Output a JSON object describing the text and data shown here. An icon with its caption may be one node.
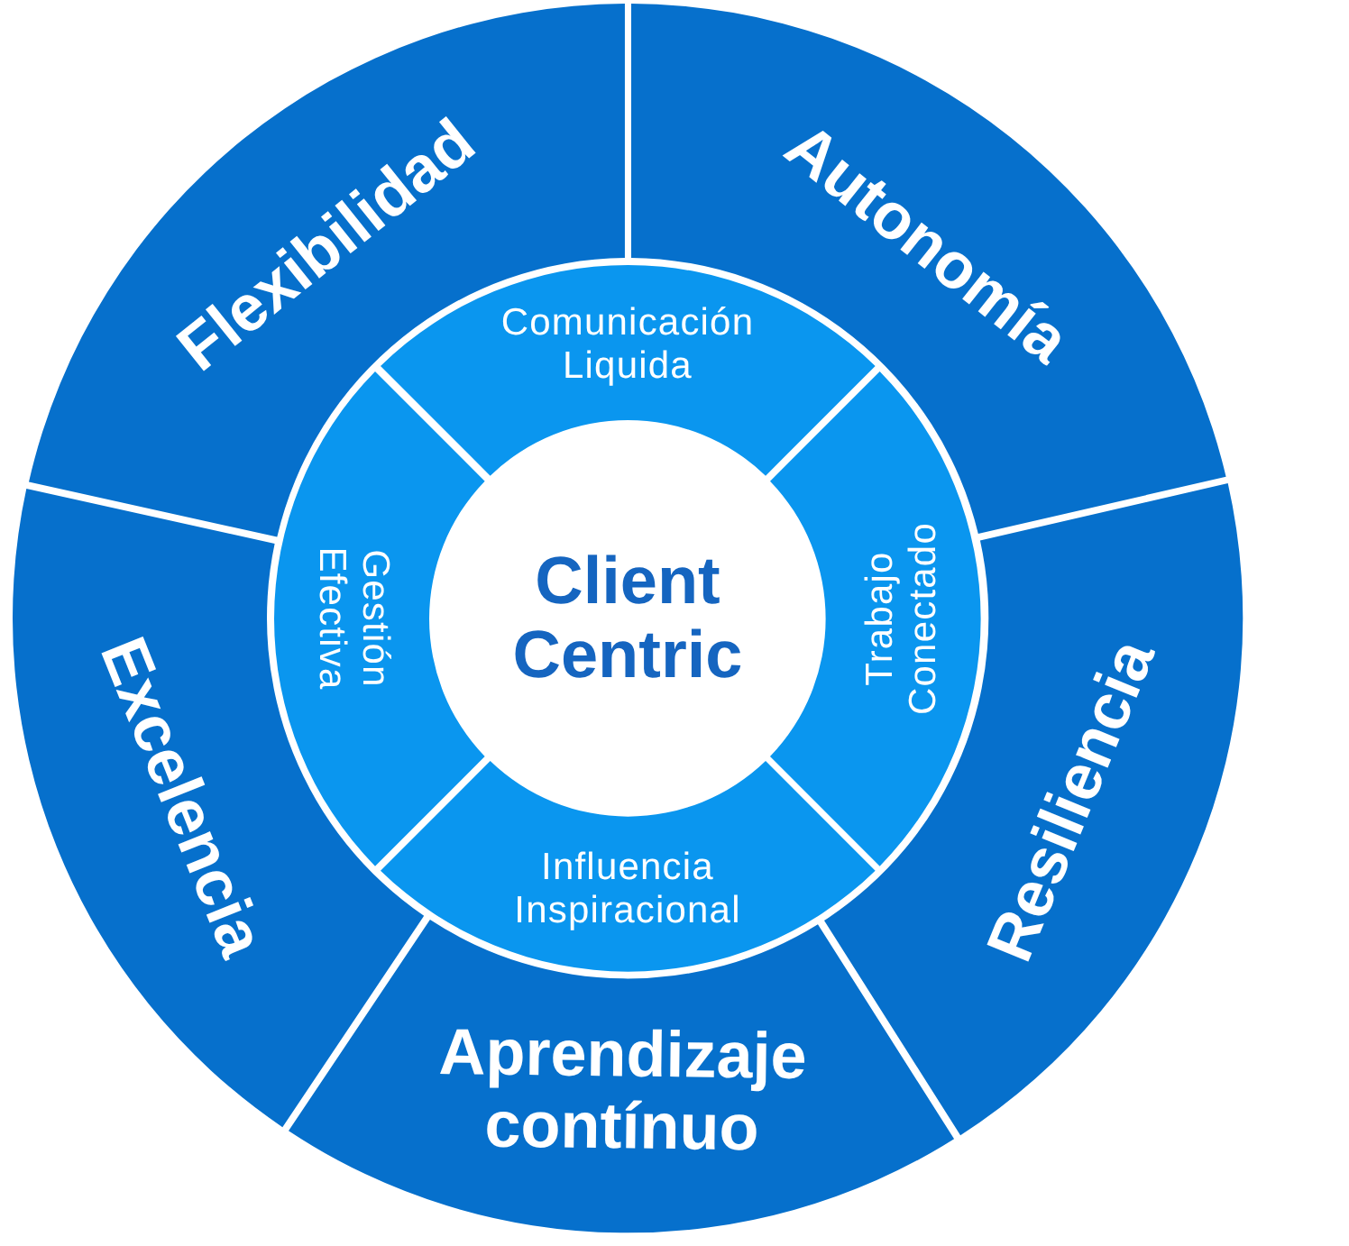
{
  "diagram": {
    "nodes": [
      {
        "text": [
          "Client Centric"
        ]
      },
      {
        "text": [
          "Comunicación Liquida"
        ]
      },
      {
        "text": [
          "Trabajo Conectado"
        ]
      },
      {
        "text": [
          "Influencia Inspiracional"
        ]
      },
      {
        "text": [
          "Gestión Efectiva"
        ]
      },
      {
        "text": [
          "Flexibilidad"
        ]
      },
      {
        "text": [
          "Autonomía"
        ]
      },
      {
        "text": [
          "Resiliencia"
        ]
      },
      {
        "text": [
          "Aprendizaje contínuo"
        ]
      },
      {
        "text": [
          "Excelencia"
        ]
      }
    ]
  }
}
